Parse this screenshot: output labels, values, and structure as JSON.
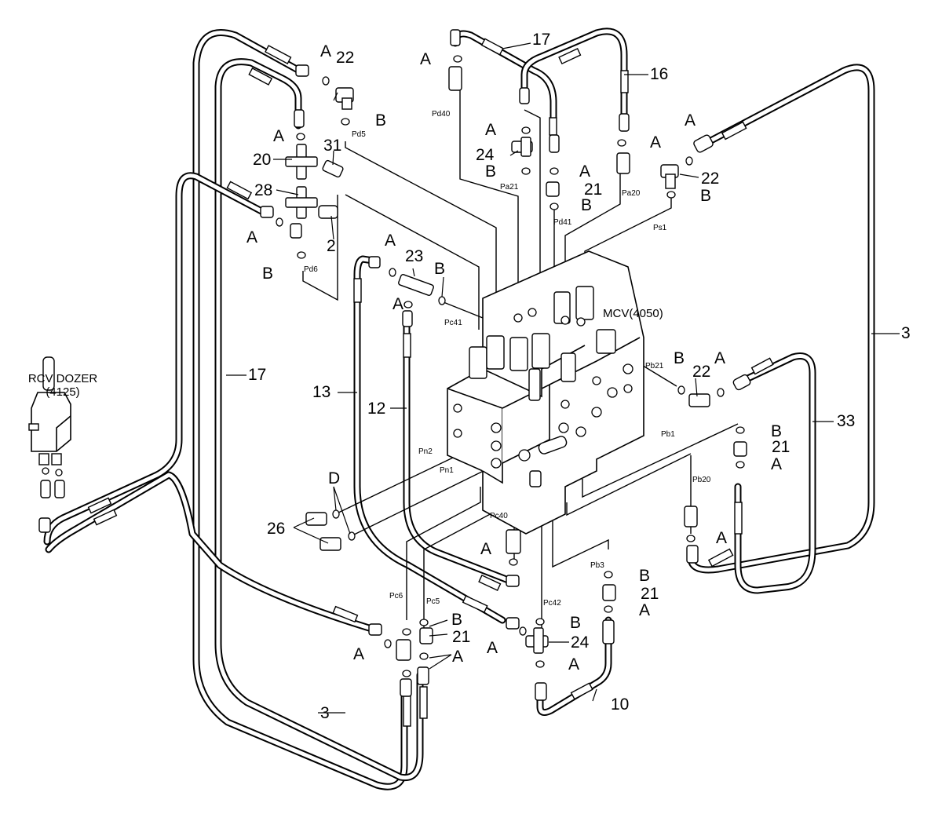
{
  "components": {
    "mcv": "MCV(4050)",
    "rcv_line1": "RCV DOZER",
    "rcv_line2": "(4125)"
  },
  "part_numbers": {
    "p2": "2",
    "p3a": "3",
    "p3b": "3",
    "p10": "10",
    "p12": "12",
    "p13": "13",
    "p16": "16",
    "p17a": "17",
    "p17b": "17",
    "p20": "20",
    "p21a": "21",
    "p21b": "21",
    "p21c": "21",
    "p21d": "21",
    "p22a": "22",
    "p22b": "22",
    "p22c": "22",
    "p23": "23",
    "p24a": "24",
    "p24b": "24",
    "p26": "26",
    "p28": "28",
    "p31": "31",
    "p33": "33"
  },
  "ports": {
    "pd5": "Pd5",
    "pd6": "Pd6",
    "pd40": "Pd40",
    "pd41": "Pd41",
    "pa20": "Pa20",
    "pa21": "Pa21",
    "ps1": "Ps1",
    "pc40": "Pc40",
    "pc41": "Pc41",
    "pc42": "Pc42",
    "pc5": "Pc5",
    "pc6": "Pc6",
    "pn1": "Pn1",
    "pn2": "Pn2",
    "pb1": "Pb1",
    "pb3": "Pb3",
    "pb20": "Pb20",
    "pb21": "Pb21"
  },
  "letter_labels": {
    "a": "A",
    "b": "B",
    "d": "D"
  },
  "colors": {
    "line": "#000000",
    "background": "#ffffff"
  }
}
